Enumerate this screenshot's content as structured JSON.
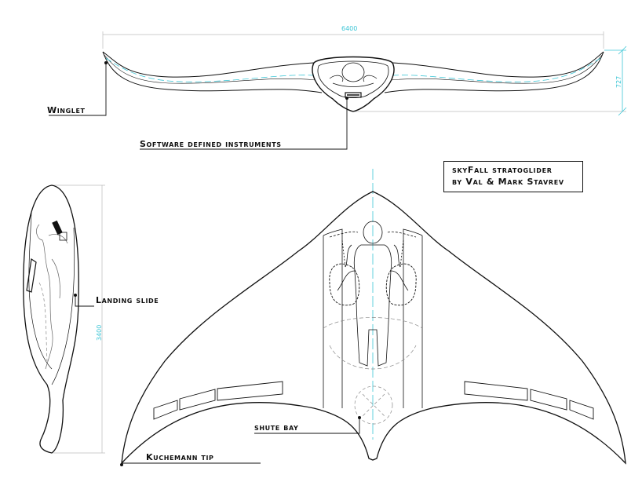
{
  "title_block": {
    "line1": "skyFall stratoglider",
    "line2": "by Val & Mark Stavrev"
  },
  "callouts": {
    "winglet": "Winglet",
    "instruments": "Software defined instruments",
    "landing_slide": "Landing slide",
    "shute_bay": "shute bay",
    "kuchemann_tip": "Kuchemann tip"
  },
  "dimensions": {
    "span": "6400",
    "height": "727",
    "length": "3400"
  },
  "colors": {
    "line": "#111111",
    "dimension": "#3cc6d6",
    "centerline": "#3cc6d6",
    "hidden": "#888888"
  }
}
